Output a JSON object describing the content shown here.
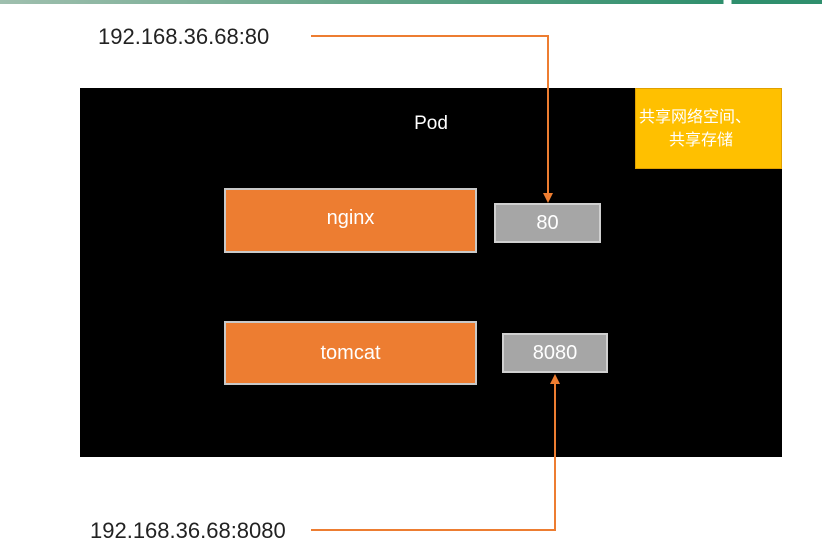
{
  "pod": {
    "label": "Pod"
  },
  "shared": {
    "line1": "共享网络空间、",
    "line2": "共享存储"
  },
  "containers": [
    {
      "name": "nginx",
      "port": "80"
    },
    {
      "name": "tomcat",
      "port": "8080"
    }
  ],
  "addresses": {
    "top": "192.168.36.68:80",
    "bottom": "192.168.36.68:8080"
  },
  "colors": {
    "pod_background": "#000000",
    "container": "#ed7d31",
    "port": "#a6a6a6",
    "shared": "#ffc000",
    "arrow": "#ed7d31"
  }
}
